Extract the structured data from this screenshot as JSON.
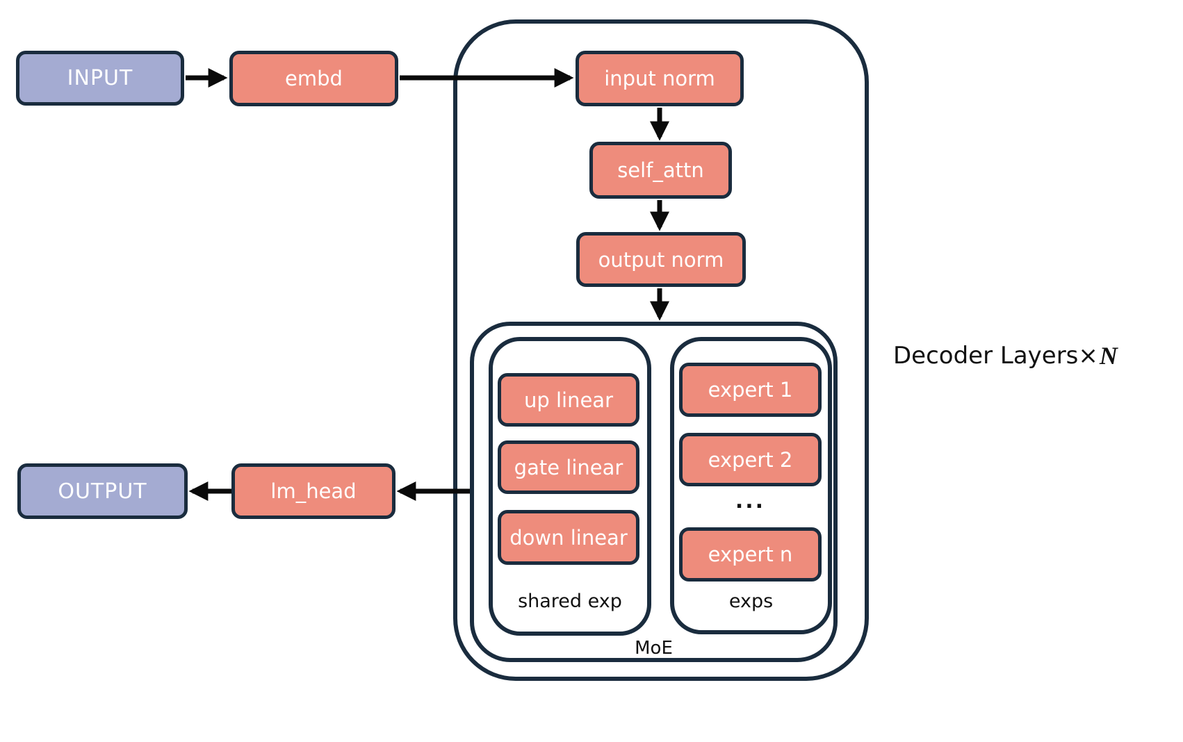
{
  "colors": {
    "io-fill": "#a4abd2",
    "module-fill": "#ee8c7c",
    "outline": "#1a2c3e",
    "arrow": "#0a0a0a"
  },
  "pipeline": {
    "input": "INPUT",
    "embd": "embd",
    "lm_head": "lm_head",
    "output": "OUTPUT"
  },
  "decoder": {
    "title": {
      "prefix": "Decoder Layers",
      "times": "×",
      "n": "N"
    },
    "input_norm": "input norm",
    "self_attn": "self_attn",
    "output_norm": "output norm",
    "moe": {
      "label": "MoE",
      "shared": {
        "label": "shared exp",
        "items": [
          "up linear",
          "gate linear",
          "down linear"
        ]
      },
      "experts": {
        "label": "exps",
        "items": [
          "expert 1",
          "expert 2"
        ],
        "ellipsis": "...",
        "last": "expert n"
      }
    }
  }
}
